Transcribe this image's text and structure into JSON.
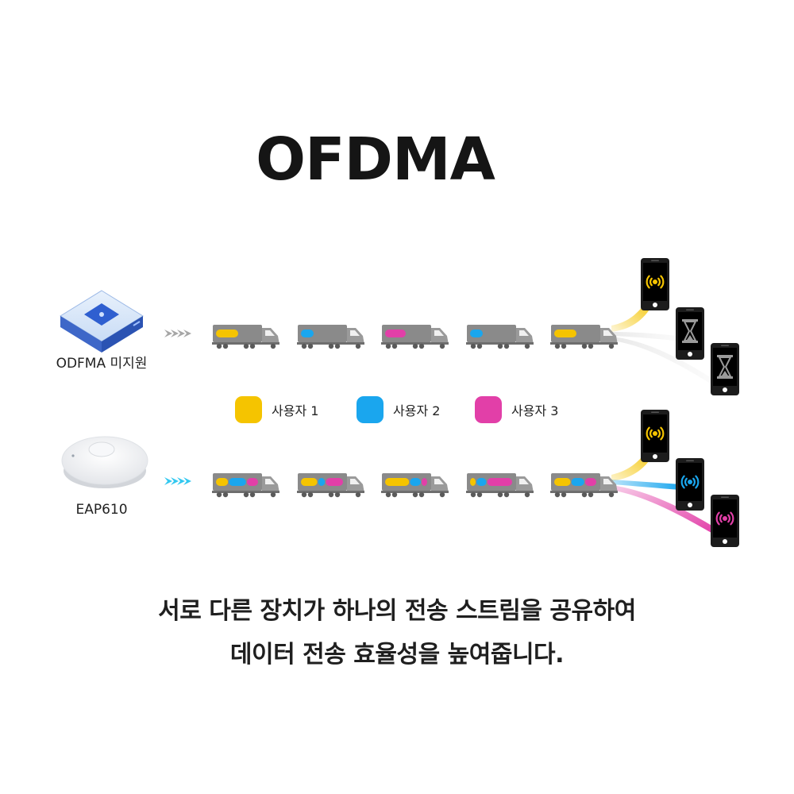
{
  "title": "OFDMA",
  "devices": {
    "legacy_label": "ODFMA 미지원",
    "eap_label": "EAP610"
  },
  "legend": [
    {
      "label": "사용자 1",
      "color": "#f5c400"
    },
    {
      "label": "사용자 2",
      "color": "#1aa6ee"
    },
    {
      "label": "사용자 3",
      "color": "#e23fa8"
    }
  ],
  "colors": {
    "truck_body": "#8a8a8a",
    "truck_cab": "#9a9a9a",
    "legacy_arrow": "#a6a6a6",
    "ofdma_arrow": "#33c8f0",
    "phone": "#1c1c1c",
    "hourglass": "#9a9a9a"
  },
  "rows": {
    "legacy": {
      "trucks": [
        {
          "segments": [
            {
              "user": 0,
              "share": 1
            }
          ]
        },
        {
          "segments": [
            {
              "user": 1,
              "share": 1
            }
          ]
        },
        {
          "segments": [
            {
              "user": 2,
              "share": 1
            }
          ]
        },
        {
          "segments": [
            {
              "user": 1,
              "share": 1
            }
          ]
        },
        {
          "segments": [
            {
              "user": 0,
              "share": 1
            }
          ]
        }
      ],
      "phones": [
        {
          "state": "signal",
          "user": 0
        },
        {
          "state": "waiting"
        },
        {
          "state": "waiting"
        }
      ]
    },
    "ofdma": {
      "trucks": [
        {
          "segments": [
            {
              "user": 0,
              "share": 0.3
            },
            {
              "user": 1,
              "share": 0.42
            },
            {
              "user": 2,
              "share": 0.28
            }
          ]
        },
        {
          "segments": [
            {
              "user": 0,
              "share": 0.4
            },
            {
              "user": 1,
              "share": 0.18
            },
            {
              "user": 2,
              "share": 0.42
            }
          ]
        },
        {
          "segments": [
            {
              "user": 0,
              "share": 0.58
            },
            {
              "user": 1,
              "share": 0.27
            },
            {
              "user": 2,
              "share": 0.15
            }
          ]
        },
        {
          "segments": [
            {
              "user": 0,
              "share": 0.15
            },
            {
              "user": 1,
              "share": 0.25
            },
            {
              "user": 2,
              "share": 0.6
            }
          ]
        },
        {
          "segments": [
            {
              "user": 0,
              "share": 0.4
            },
            {
              "user": 1,
              "share": 0.32
            },
            {
              "user": 2,
              "share": 0.28
            }
          ]
        }
      ],
      "phones": [
        {
          "state": "signal",
          "user": 0
        },
        {
          "state": "signal",
          "user": 1
        },
        {
          "state": "signal",
          "user": 2
        }
      ]
    }
  },
  "caption": {
    "line1": "서로 다른 장치가 하나의 전송 스트림을 공유하여",
    "line2": "데이터 전송 효율성을 높여줍니다."
  }
}
